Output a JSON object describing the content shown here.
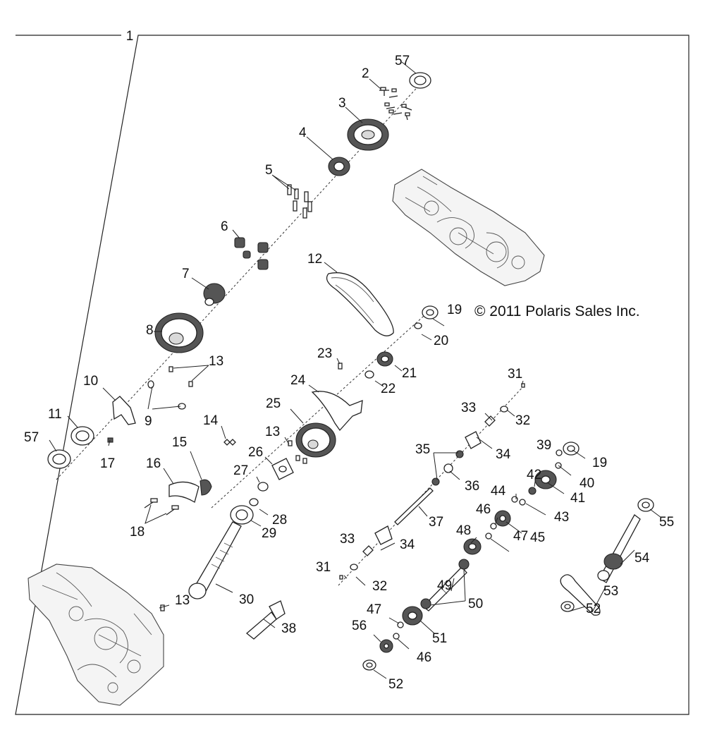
{
  "diagram": {
    "assembly_number": "1",
    "copyright": "© 2011 Polaris Sales Inc.",
    "callouts": [
      "2",
      "3",
      "4",
      "5",
      "6",
      "7",
      "8",
      "9",
      "10",
      "11",
      "12",
      "13",
      "14",
      "15",
      "16",
      "17",
      "18",
      "19",
      "20",
      "21",
      "22",
      "23",
      "24",
      "25",
      "26",
      "27",
      "28",
      "29",
      "30",
      "31",
      "32",
      "33",
      "34",
      "35",
      "36",
      "37",
      "38",
      "39",
      "40",
      "41",
      "42",
      "43",
      "44",
      "45",
      "46",
      "47",
      "48",
      "49",
      "50",
      "51",
      "52",
      "53",
      "54",
      "55",
      "56",
      "57"
    ]
  }
}
